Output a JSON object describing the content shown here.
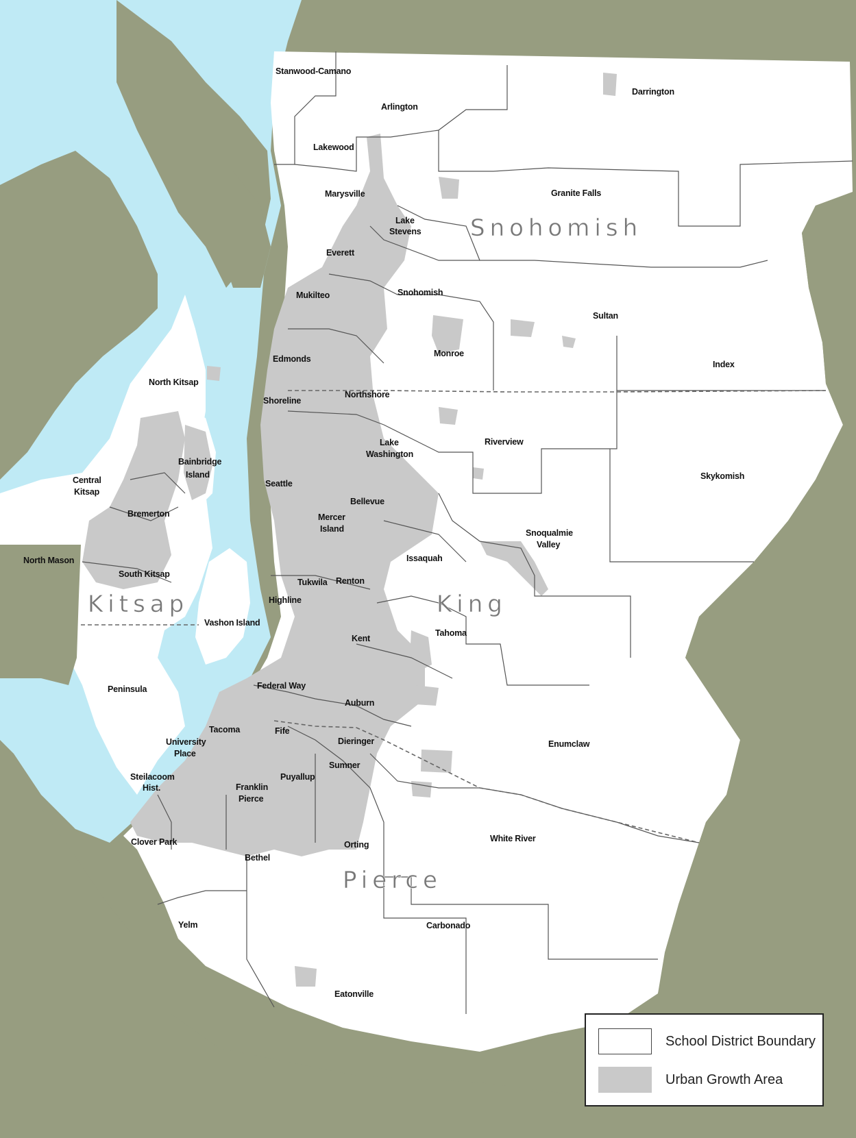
{
  "colors": {
    "outside_land": "#979d80",
    "water": "#bfeaf5",
    "district_fill": "#ffffff",
    "urban_growth_area": "#c9c9c9",
    "district_boundary": "#555555",
    "county_boundary": "#666666"
  },
  "counties": [
    "Snohomish",
    "Kitsap",
    "King",
    "Pierce"
  ],
  "districts": [
    "Stanwood-Camano",
    "Arlington",
    "Darrington",
    "Lakewood",
    "Marysville",
    "Granite Falls",
    "Lake",
    "Stevens",
    "Everett",
    "Mukilteo",
    "Snohomish",
    "Sultan",
    "Monroe",
    "Index",
    "Edmonds",
    "North Kitsap",
    "Shoreline",
    "Northshore",
    "Lake",
    "Washington",
    "Riverview",
    "Skykomish",
    "Bainbridge",
    "Island",
    "Central",
    "Kitsap",
    "Seattle",
    "Bellevue",
    "Bremerton",
    "Mercer",
    "Island",
    "Snoqualmie",
    "Valley",
    "Issaquah",
    "North Mason",
    "South Kitsap",
    "Tukwila",
    "Renton",
    "Highline",
    "Vashon Island",
    "Tahoma",
    "Kent",
    "Peninsula",
    "Federal Way",
    "Auburn",
    "Tacoma",
    "Fife",
    "Dieringer",
    "Enumclaw",
    "University",
    "Place",
    "Sumner",
    "Steilacoom",
    "Hist.",
    "Puyallup",
    "Franklin",
    "Pierce",
    "Clover Park",
    "Orting",
    "White River",
    "Bethel",
    "Yelm",
    "Carbonado",
    "Eatonville"
  ],
  "legend": {
    "items": [
      {
        "label": "School District Boundary",
        "swatch": "white"
      },
      {
        "label": "Urban Growth Area",
        "swatch": "grey"
      }
    ]
  }
}
